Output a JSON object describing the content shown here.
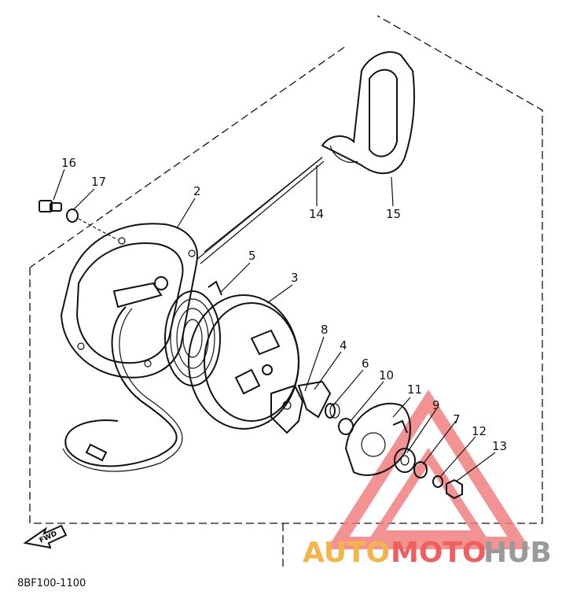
{
  "diagram": {
    "parts": [
      {
        "number": "2"
      },
      {
        "number": "3"
      },
      {
        "number": "4"
      },
      {
        "number": "5"
      },
      {
        "number": "6"
      },
      {
        "number": "7"
      },
      {
        "number": "8"
      },
      {
        "number": "9"
      },
      {
        "number": "10"
      },
      {
        "number": "11"
      },
      {
        "number": "12"
      },
      {
        "number": "13"
      },
      {
        "number": "14"
      },
      {
        "number": "15"
      },
      {
        "number": "16"
      },
      {
        "number": "17"
      }
    ],
    "direction_marker": "FWD",
    "diagram_code": "8BF100-1100"
  },
  "watermark": {
    "part1": "AUTO",
    "part2": "MOTO",
    "part3": "HUB",
    "colors": {
      "auto": "#f5b44a",
      "moto": "#ef5f5f",
      "hub": "#9a9a9a",
      "triangle": "#f08080"
    }
  }
}
